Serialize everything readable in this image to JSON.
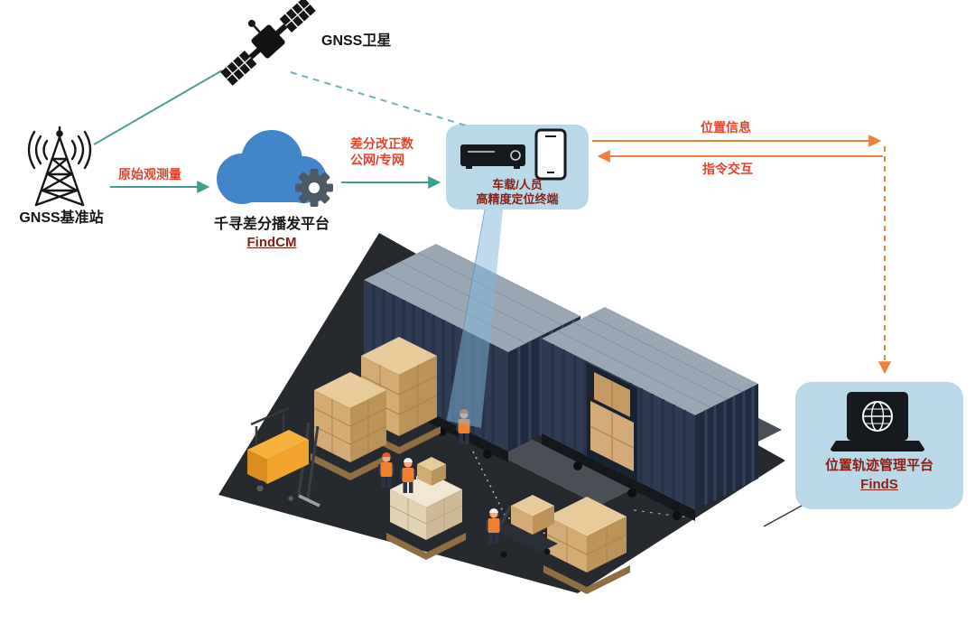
{
  "diagram": {
    "satellite": {
      "label": "GNSS卫星",
      "icon": "satellite-icon"
    },
    "base_station": {
      "label": "GNSS基准站",
      "icon": "radio-tower-icon"
    },
    "cloud_platform": {
      "title": "千寻差分播发平台",
      "subtitle": "FindCM",
      "icons": [
        "cloud-icon",
        "gear-icon"
      ]
    },
    "terminal": {
      "line1": "车载/人员",
      "line2": "高精度定位终端",
      "icons": [
        "receiver-icon",
        "smartphone-icon"
      ]
    },
    "finds_platform": {
      "title": "位置轨迹管理平台",
      "subtitle": "FindS",
      "icon": "laptop-globe-icon"
    },
    "flows": {
      "raw_observation": "原始观测量",
      "corrections_line1": "差分改正数",
      "corrections_line2": "公网/专网",
      "location_info": "位置信息",
      "command_interaction": "指令交互"
    },
    "colors": {
      "teal_link": "#3DA08D",
      "teal_dashed": "#6FB0BE",
      "orange_link": "#EF7F3D",
      "red_label": "#E8402A",
      "maroon_label": "#8A1F15",
      "panel_blue": "#B9D8E8",
      "cloud_blue": "#4285C8",
      "container_navy": "#2F3B52",
      "platform_dark": "#26292E",
      "box_tan": "#D9B585",
      "forklift_yellow": "#F2A42C",
      "beam_blue": "#7DB8DD"
    }
  }
}
